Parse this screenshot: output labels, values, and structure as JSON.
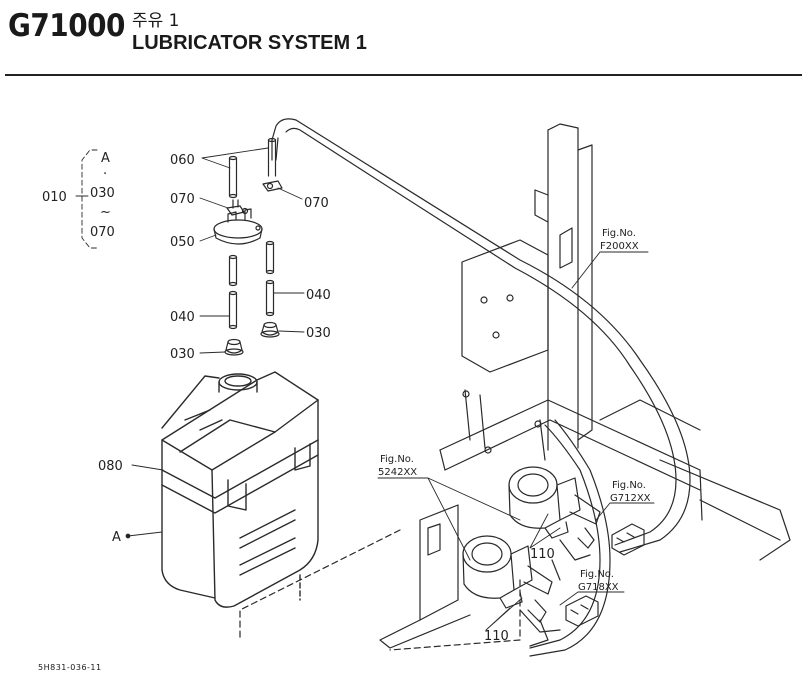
{
  "header": {
    "part_code": "G71000",
    "title_ko": "주유 1",
    "title_en": "LUBRICATOR SYSTEM 1"
  },
  "callouts": {
    "c010": "010",
    "c030_range_start": "A",
    "c030_range_dot": "·",
    "c030_range_mid": "030",
    "c030_range_tilde": "~",
    "c030_range_end": "070",
    "c060": "060",
    "c070_left": "070",
    "c070_right": "070",
    "c050": "050",
    "c040_right": "040",
    "c040_left": "040",
    "c030_right": "030",
    "c030_left": "030",
    "c080": "080",
    "ref_a": "A",
    "c110_upper": "110",
    "c110_lower": "110"
  },
  "fig_refs": {
    "f200_label": "Fig.No.",
    "f200_code": "F200XX",
    "s5242_label": "Fig.No.",
    "s5242_code": "5242XX",
    "g712_label": "Fig.No.",
    "g712_code": "G712XX",
    "g718_label": "Fig.No.",
    "g718_code": "G718XX"
  },
  "footer": {
    "doc_code": "5H831-036-11"
  }
}
